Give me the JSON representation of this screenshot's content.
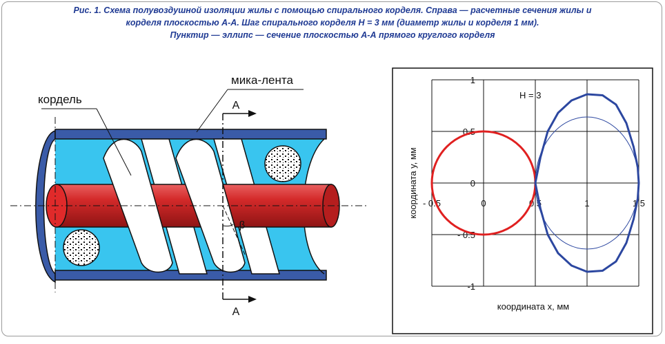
{
  "caption": {
    "line1": "Рис. 1. Схема полувоздушной изоляции жилы с помощью спирального корделя. Справа — расчетные сечения жилы и",
    "line2": "корделя плоскостью А-А. Шаг спирального корделя H = 3 мм (диаметр жилы и корделя 1 мм).",
    "line3": "Пунктир — эллипс — сечение плоскостью А-А прямого круглого корделя"
  },
  "schematic": {
    "label_cord": "кордель",
    "label_tape": "мика-лента",
    "section_top": "A",
    "section_bottom": "A",
    "angle": "β"
  },
  "colors": {
    "caption": "#1f3a93",
    "fill_blue": "#39c5ef",
    "shell": "#3a5ba8",
    "core_red": "#d42a2a",
    "curve_red": "#e02020",
    "curve_blue": "#2c47a0"
  },
  "chart_data": {
    "type": "line",
    "annotation": "H = 3",
    "xlabel": "координата x, мм",
    "ylabel": "координата y, мм",
    "xlim": [
      -0.5,
      1.5
    ],
    "ylim": [
      -1,
      1
    ],
    "x_ticks": [
      "- 0.5",
      "0",
      "0.5",
      "1",
      "1.5"
    ],
    "y_ticks": [
      "1",
      "0.5",
      "0",
      "- 0.5",
      "-1"
    ],
    "x_tick_values": [
      -0.5,
      0,
      0.5,
      1,
      1.5
    ],
    "y_tick_values": [
      1,
      0.5,
      0,
      -0.5,
      -1
    ],
    "grid": true,
    "series": [
      {
        "role": "core-circle",
        "color": "#e02020",
        "center": [
          0,
          0
        ],
        "radius": 0.5
      },
      {
        "role": "cord-section",
        "color": "#2c47a0",
        "x": [
          0.5,
          0.55,
          0.62,
          0.72,
          0.85,
          1.0,
          1.15,
          1.28,
          1.38,
          1.45,
          1.49,
          1.5,
          1.49,
          1.45,
          1.38,
          1.28,
          1.15,
          1.0,
          0.85,
          0.72,
          0.62,
          0.55,
          0.5
        ],
        "y": [
          0,
          0.25,
          0.5,
          0.68,
          0.8,
          0.86,
          0.85,
          0.76,
          0.58,
          0.35,
          0.15,
          0,
          -0.15,
          -0.35,
          -0.58,
          -0.76,
          -0.85,
          -0.86,
          -0.8,
          -0.68,
          -0.5,
          -0.25,
          0
        ]
      },
      {
        "role": "straight-cord-ellipse",
        "style": "thin",
        "color": "#2c47a0",
        "center": [
          1.0,
          0
        ],
        "rx": 0.5,
        "ry": 0.64
      }
    ]
  }
}
